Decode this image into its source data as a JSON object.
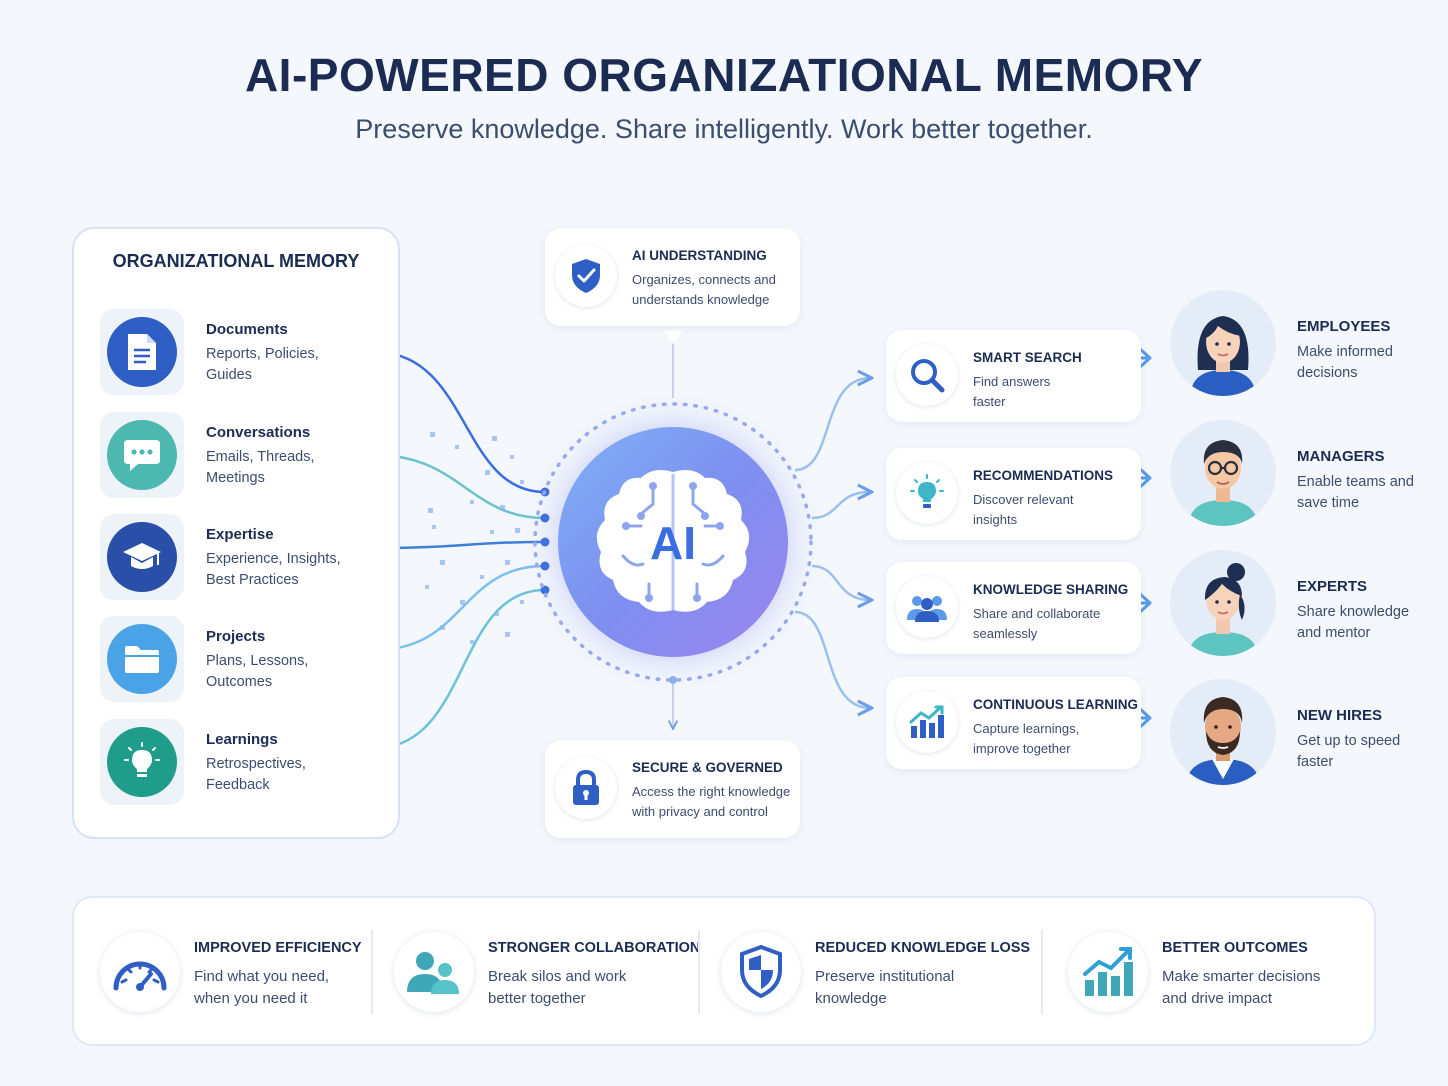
{
  "header": {
    "title": "AI-POWERED ORGANIZATIONAL MEMORY",
    "subtitle": "Preserve knowledge. Share intelligently. Work better together."
  },
  "memory_panel": {
    "title": "ORGANIZATIONAL MEMORY",
    "items": [
      {
        "title": "Documents",
        "desc": "Reports, Policies, Guides",
        "icon": "document-icon",
        "color": "#2f5ec4"
      },
      {
        "title": "Conversations",
        "desc": "Emails, Threads, Meetings",
        "icon": "chat-bubble-icon",
        "color": "#4cb8b0"
      },
      {
        "title": "Expertise",
        "desc": "Experience, Insights, Best Practices",
        "icon": "graduation-cap-icon",
        "color": "#2a4fa8"
      },
      {
        "title": "Projects",
        "desc": "Plans, Lessons, Outcomes",
        "icon": "folder-icon",
        "color": "#4aa3e6"
      },
      {
        "title": "Learnings",
        "desc": "Retrospectives, Feedback",
        "icon": "lightbulb-icon",
        "color": "#1f9c8a"
      }
    ]
  },
  "center": {
    "ai_label": "AI",
    "understanding": {
      "title": "AI UNDERSTANDING",
      "desc": "Organizes, connects and understands knowledge",
      "icon": "shield-check-icon"
    },
    "secure": {
      "title": "SECURE & GOVERNED",
      "desc": "Access the right knowledge with privacy and control",
      "icon": "lock-icon"
    }
  },
  "capabilities": [
    {
      "title": "SMART SEARCH",
      "desc": "Find answers faster",
      "icon": "search-icon"
    },
    {
      "title": "RECOMMENDATIONS",
      "desc": "Discover relevant insights",
      "icon": "lightbulb-icon"
    },
    {
      "title": "KNOWLEDGE SHARING",
      "desc": "Share and collaborate seamlessly",
      "icon": "people-icon"
    },
    {
      "title": "CONTINUOUS LEARNING",
      "desc": "Capture learnings, improve together",
      "icon": "growth-chart-icon"
    }
  ],
  "personas": [
    {
      "title": "EMPLOYEES",
      "desc": "Make informed decisions",
      "icon": "employee-avatar-icon"
    },
    {
      "title": "MANAGERS",
      "desc": "Enable teams and save time",
      "icon": "manager-avatar-icon"
    },
    {
      "title": "EXPERTS",
      "desc": "Share knowledge and mentor",
      "icon": "expert-avatar-icon"
    },
    {
      "title": "NEW HIRES",
      "desc": "Get up to speed faster",
      "icon": "new-hire-avatar-icon"
    }
  ],
  "benefits": [
    {
      "title": "IMPROVED EFFICIENCY",
      "desc": "Find what you need, when you need it",
      "icon": "speedometer-icon"
    },
    {
      "title": "STRONGER COLLABORATION",
      "desc": "Break silos and work better together",
      "icon": "team-icon"
    },
    {
      "title": "REDUCED KNOWLEDGE LOSS",
      "desc": "Preserve institutional knowledge",
      "icon": "shield-icon"
    },
    {
      "title": "BETTER OUTCOMES",
      "desc": "Make smarter decisions and drive impact",
      "icon": "bar-chart-icon"
    }
  ],
  "colors": {
    "primary": "#1b2b52",
    "accent": "#3a6ee0",
    "ai_gradient_start": "#7fb1f6",
    "ai_gradient_end": "#9b84ee"
  }
}
